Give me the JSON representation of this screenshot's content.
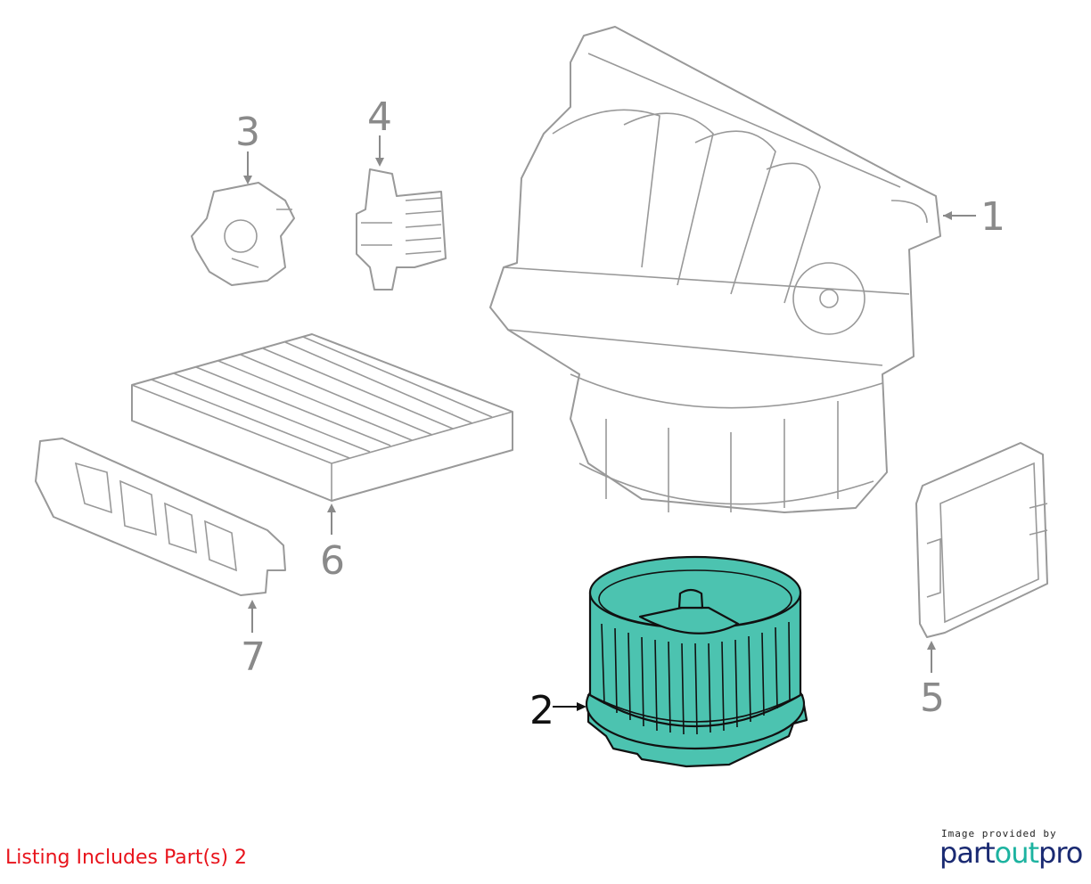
{
  "diagram": {
    "callouts": [
      "1",
      "2",
      "3",
      "4",
      "5",
      "6",
      "7"
    ],
    "highlighted_part": "2",
    "highlight_color": "#4cc3b0"
  },
  "footer": {
    "listing_text": "Listing Includes Part(s) 2",
    "credit_text": "Image provided by",
    "logo_part1": "part",
    "logo_part2": "out",
    "logo_part3": "pro"
  }
}
